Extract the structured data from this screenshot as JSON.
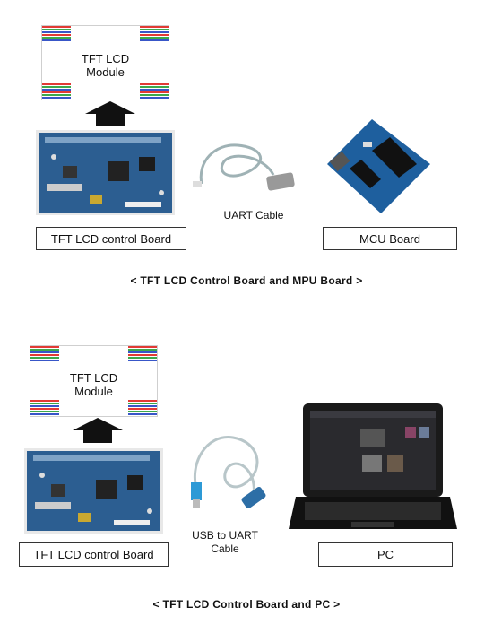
{
  "top": {
    "lcd_text": "TFT LCD\nModule",
    "lcd_line1": "TFT LCD",
    "lcd_line2": "Module",
    "cable_label": "UART Cable",
    "control_board_label": "TFT LCD control Board",
    "mcu_board_label": "MCU Board",
    "caption": "< TFT LCD Control Board and MPU Board >"
  },
  "bottom": {
    "lcd_line1": "TFT LCD",
    "lcd_line2": "Module",
    "cable_line1": "USB to UART",
    "cable_line2": "Cable",
    "control_board_label": "TFT LCD control Board",
    "pc_label": "PC",
    "caption": "< TFT LCD Control Board and PC >"
  },
  "colors": {
    "board_blue": "#2e5f8f",
    "red": "#e23a35",
    "green": "#3ea84b",
    "blue": "#3856c8"
  }
}
